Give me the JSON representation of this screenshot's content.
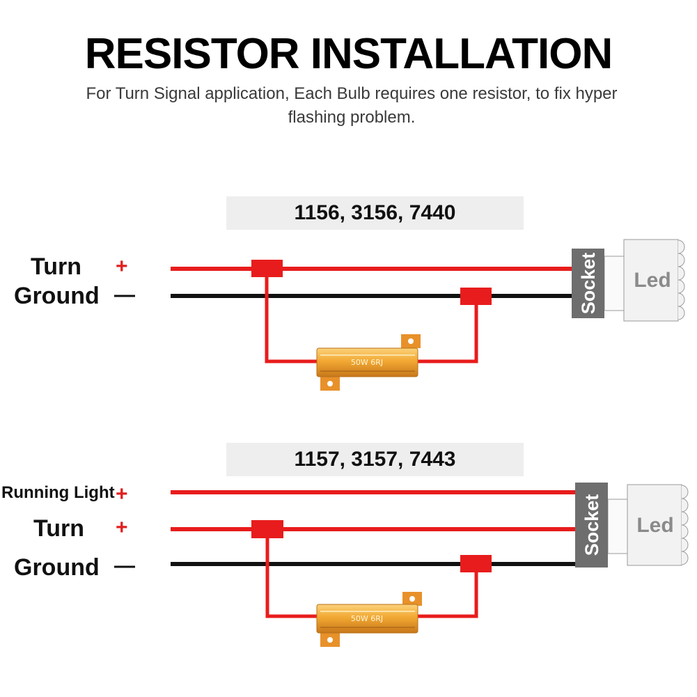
{
  "header": {
    "title": "RESISTOR INSTALLATION",
    "subtitle": "For Turn Signal application, Each Bulb requires one resistor, to fix hyper flashing problem."
  },
  "colors": {
    "positive_wire": "#e81c1c",
    "ground_wire": "#111111",
    "connector": "#e81c1c",
    "resistor_body": "#f2a833",
    "socket": "#6e6e6e",
    "led_box": "#f2f2f2",
    "panel_bg": "#eeeeee"
  },
  "diagrams": [
    {
      "bulbs": "1156, 3156, 7440",
      "wires": [
        {
          "label": "Turn",
          "sign": "+"
        },
        {
          "label": "Ground",
          "sign": "—"
        }
      ],
      "resistor_text": "50W 6RJ",
      "socket_label": "Socket",
      "led_label": "Led"
    },
    {
      "bulbs": "1157, 3157, 7443",
      "wires": [
        {
          "label": "Running Light",
          "sign": "+"
        },
        {
          "label": "Turn",
          "sign": "+"
        },
        {
          "label": "Ground",
          "sign": "—"
        }
      ],
      "resistor_text": "50W 6RJ",
      "socket_label": "Socket",
      "led_label": "Led"
    }
  ]
}
